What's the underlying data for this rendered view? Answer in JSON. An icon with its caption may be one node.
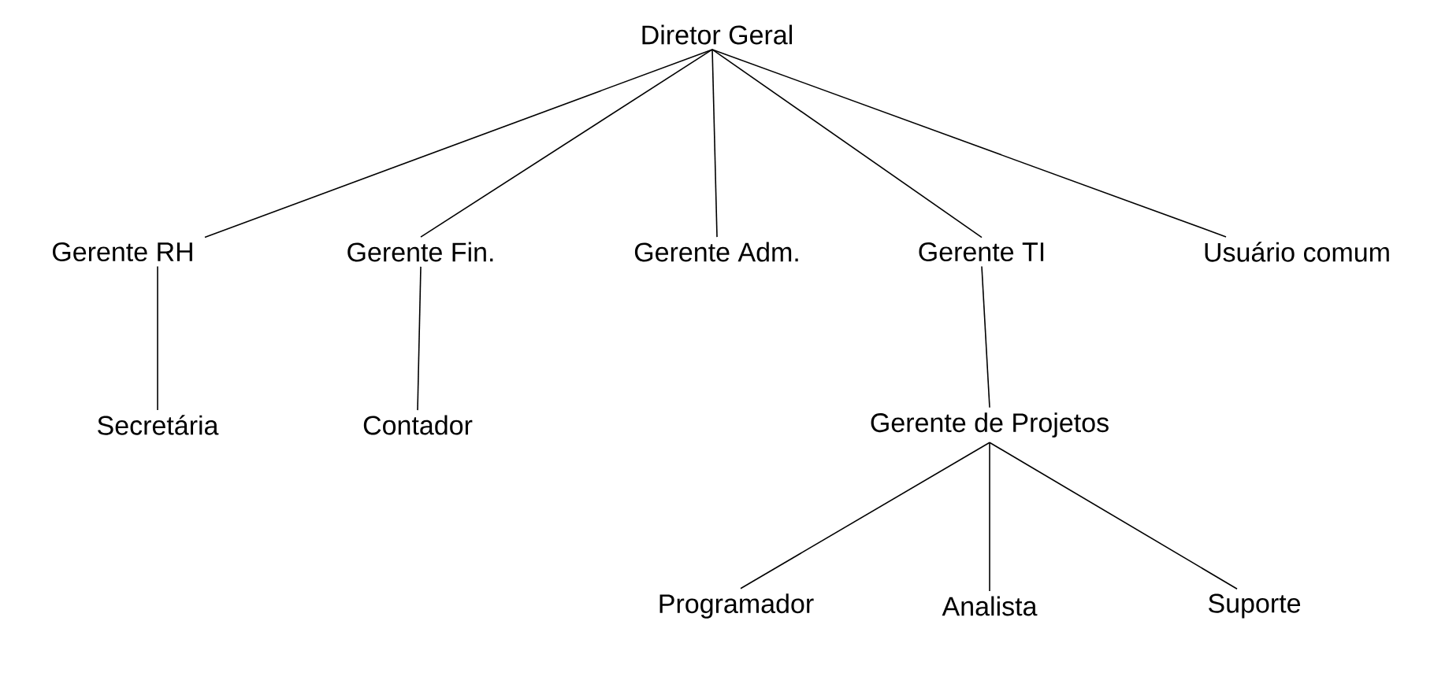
{
  "diagram": {
    "nodes": [
      {
        "text": [
          "Diretor Geral"
        ]
      },
      {
        "text": [
          "Gerente RH"
        ]
      },
      {
        "text": [
          "Gerente Fin."
        ]
      },
      {
        "text": [
          "Gerente Adm."
        ]
      },
      {
        "text": [
          "Gerente TI"
        ]
      },
      {
        "text": [
          "Usuário comum"
        ]
      },
      {
        "text": [
          "Secretária"
        ]
      },
      {
        "text": [
          "Contador"
        ]
      },
      {
        "text": [
          "Gerente de Projetos"
        ]
      },
      {
        "text": [
          "Programador"
        ]
      },
      {
        "text": [
          "Analista"
        ]
      },
      {
        "text": [
          "Suporte"
        ]
      }
    ],
    "edges": [
      {
        "from": 0,
        "to": 1,
        "arrow": "none"
      },
      {
        "from": 0,
        "to": 2,
        "arrow": "none"
      },
      {
        "from": 0,
        "to": 3,
        "arrow": "none"
      },
      {
        "from": 0,
        "to": 4,
        "arrow": "none"
      },
      {
        "from": 0,
        "to": 5,
        "arrow": "none"
      },
      {
        "from": 1,
        "to": 6,
        "arrow": "none"
      },
      {
        "from": 2,
        "to": 7,
        "arrow": "none"
      },
      {
        "from": 4,
        "to": 8,
        "arrow": "none"
      },
      {
        "from": 8,
        "to": 9,
        "arrow": "none"
      },
      {
        "from": 8,
        "to": 10,
        "arrow": "none"
      },
      {
        "from": 8,
        "to": 11,
        "arrow": "none"
      }
    ]
  }
}
